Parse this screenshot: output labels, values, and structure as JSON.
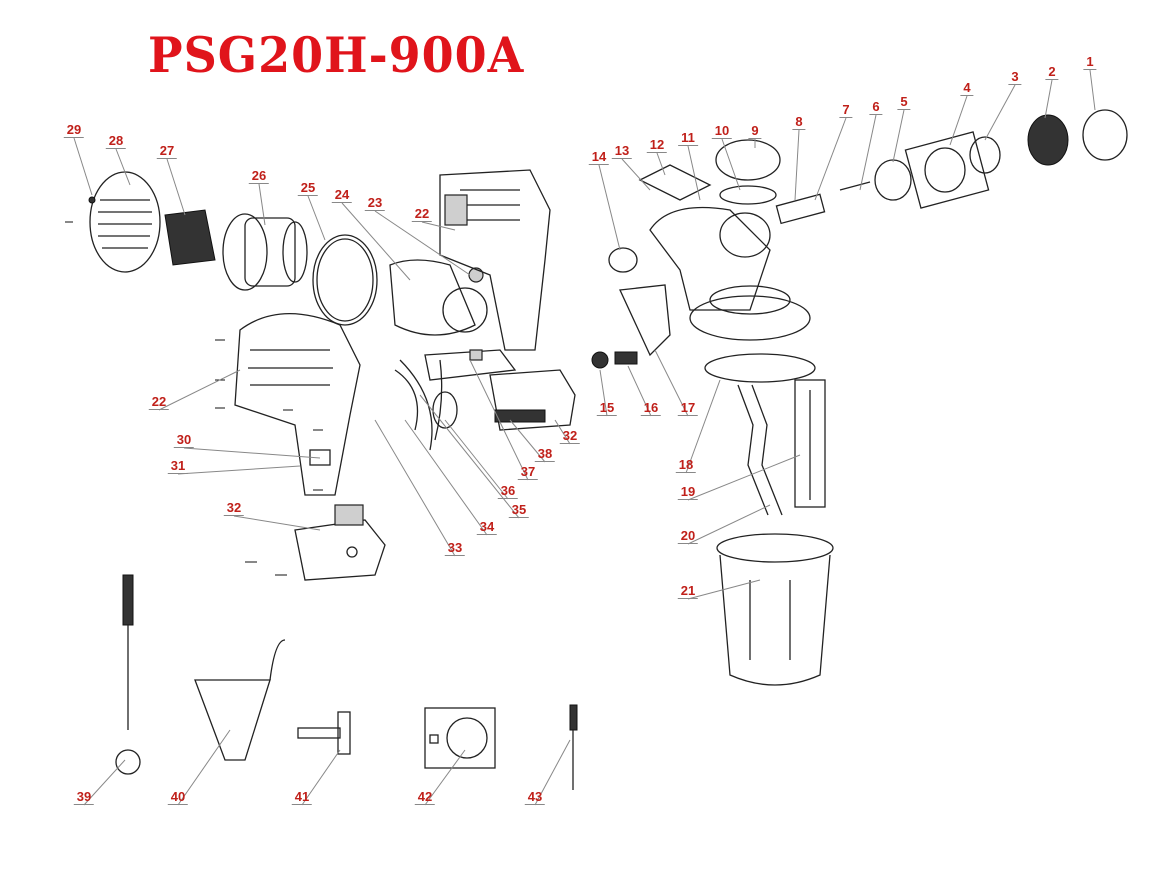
{
  "title": "PSG20H-900A",
  "labels": [
    {
      "number": "1"
    },
    {
      "number": "2"
    },
    {
      "number": "3"
    },
    {
      "number": "4"
    },
    {
      "number": "5"
    },
    {
      "number": "6"
    },
    {
      "number": "7"
    },
    {
      "number": "8"
    },
    {
      "number": "9"
    },
    {
      "number": "10"
    },
    {
      "number": "11"
    },
    {
      "number": "12"
    },
    {
      "number": "13"
    },
    {
      "number": "14"
    },
    {
      "number": "15"
    },
    {
      "number": "16"
    },
    {
      "number": "17"
    },
    {
      "number": "18"
    },
    {
      "number": "19"
    },
    {
      "number": "20"
    },
    {
      "number": "21"
    },
    {
      "number": "22"
    },
    {
      "number": "22"
    },
    {
      "number": "23"
    },
    {
      "number": "24"
    },
    {
      "number": "25"
    },
    {
      "number": "26"
    },
    {
      "number": "27"
    },
    {
      "number": "28"
    },
    {
      "number": "29"
    },
    {
      "number": "30"
    },
    {
      "number": "31"
    },
    {
      "number": "32"
    },
    {
      "number": "32"
    },
    {
      "number": "33"
    },
    {
      "number": "34"
    },
    {
      "number": "35"
    },
    {
      "number": "36"
    },
    {
      "number": "37"
    },
    {
      "number": "38"
    },
    {
      "number": "39"
    },
    {
      "number": "40"
    },
    {
      "number": "41"
    },
    {
      "number": "42"
    },
    {
      "number": "43"
    }
  ],
  "colors": {
    "title": "#e0141b",
    "label": "#c0201a"
  }
}
